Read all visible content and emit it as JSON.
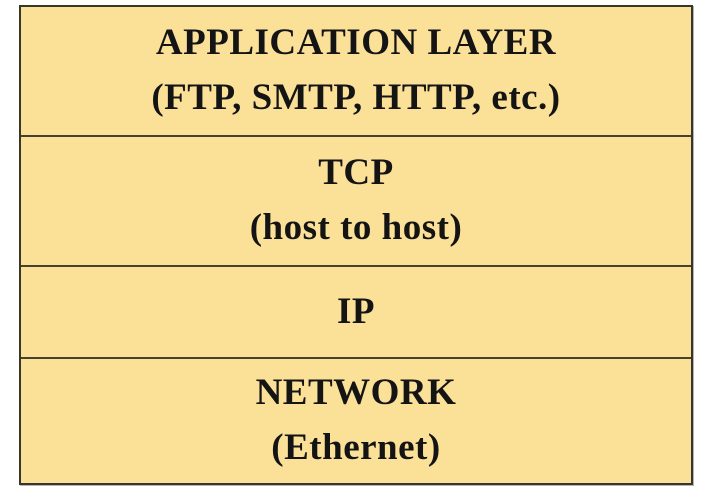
{
  "colors": {
    "page_background": "#ffffff",
    "box_fill": "#fbe098",
    "outer_border": "#38362a",
    "divider": "#45422f",
    "text": "#141414"
  },
  "stack": {
    "layers": [
      {
        "title": "APPLICATION LAYER",
        "subtitle": "(FTP, SMTP, HTTP, etc.)"
      },
      {
        "title": "TCP",
        "subtitle": "(host to host)"
      },
      {
        "title": "IP",
        "subtitle": ""
      },
      {
        "title": "NETWORK",
        "subtitle": "(Ethernet)"
      }
    ]
  }
}
